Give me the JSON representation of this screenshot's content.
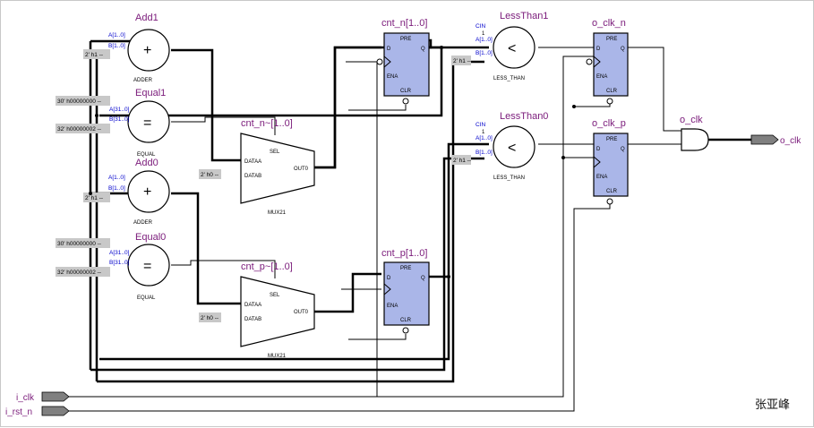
{
  "components": {
    "add1": {
      "name": "Add1",
      "type": "ADDER",
      "symbol": "+",
      "pin_a": "A[1..0]",
      "pin_b": "B[1..0]"
    },
    "equal1": {
      "name": "Equal1",
      "type": "EQUAL",
      "symbol": "=",
      "pin_a": "A[31..0]",
      "pin_b": "B[31..0]"
    },
    "add0": {
      "name": "Add0",
      "type": "ADDER",
      "symbol": "+",
      "pin_a": "A[1..0]",
      "pin_b": "B[1..0]"
    },
    "equal0": {
      "name": "Equal0",
      "type": "EQUAL",
      "symbol": "=",
      "pin_a": "A[31..0]",
      "pin_b": "B[31..0]"
    },
    "mux_n": {
      "name": "cnt_n~[1..0]",
      "type": "MUX21",
      "sel": "SEL",
      "dataa": "DATAA",
      "datab": "DATAB",
      "out": "OUT0"
    },
    "mux_p": {
      "name": "cnt_p~[1..0]",
      "type": "MUX21",
      "sel": "SEL",
      "dataa": "DATAA",
      "datab": "DATAB",
      "out": "OUT0"
    },
    "reg_n": {
      "name": "cnt_n[1..0]",
      "pre": "PRE",
      "d": "D",
      "q": "Q",
      "ena": "ENA",
      "clr": "CLR"
    },
    "reg_p": {
      "name": "cnt_p[1..0]",
      "pre": "PRE",
      "d": "D",
      "q": "Q",
      "ena": "ENA",
      "clr": "CLR"
    },
    "lt1": {
      "name": "LessThan1",
      "type": "LESS_THAN",
      "symbol": "<",
      "cin": "CIN",
      "one": "1",
      "pin_a": "A[1..0]",
      "pin_b": "B[1..0]"
    },
    "lt0": {
      "name": "LessThan0",
      "type": "LESS_THAN",
      "symbol": "<",
      "cin": "CIN",
      "one": "1",
      "pin_a": "A[1..0]",
      "pin_b": "B[1..0]"
    },
    "oclkn": {
      "name": "o_clk_n",
      "pre": "PRE",
      "d": "D",
      "q": "Q",
      "ena": "ENA",
      "clr": "CLR"
    },
    "oclkp": {
      "name": "o_clk_p",
      "pre": "PRE",
      "d": "D",
      "q": "Q",
      "ena": "ENA",
      "clr": "CLR"
    },
    "gate": {
      "name": "o_clk"
    }
  },
  "constants": {
    "add1_b": "2' h1 --",
    "eq1_a": "30' h00000000 --",
    "eq1_b": "32' h00000002 --",
    "mux_n_b": "2' h0 --",
    "add0_b": "2' h1 --",
    "eq0_a": "30' h00000000 --",
    "eq0_b": "32' h00000002 --",
    "mux_p_b": "2' h0 --",
    "lt1_b": "2' h1 --",
    "lt0_b": "2' h1 --"
  },
  "ports": {
    "clk": "i_clk",
    "rst": "i_rst_n",
    "out": "o_clk"
  },
  "signature": "张亚峰",
  "colors": {
    "block_fill": "#aab6e8",
    "port_fill": "#808080",
    "title": "#7a1a7a",
    "pin_label": "#0000cc"
  }
}
